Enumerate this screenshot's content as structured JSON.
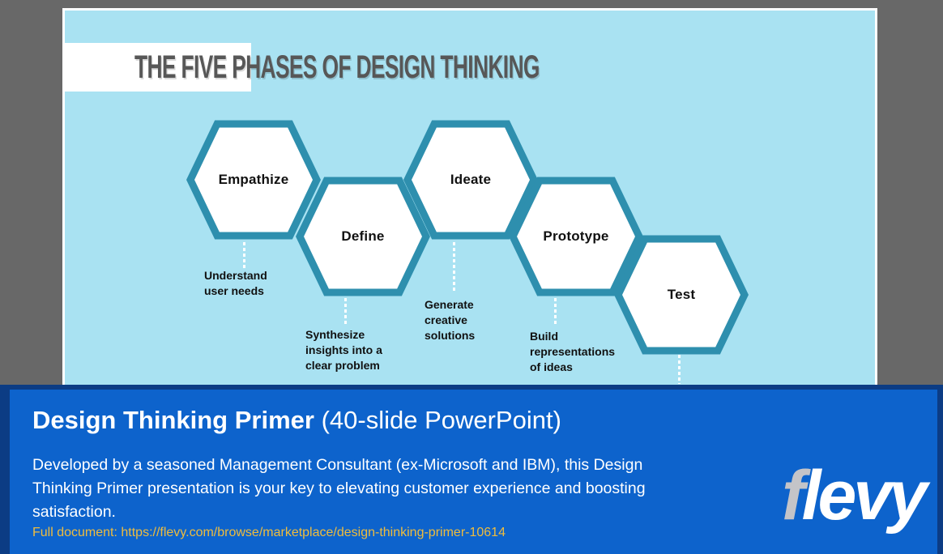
{
  "slide": {
    "title": "THE FIVE PHASES OF DESIGN THINKING",
    "phases": [
      {
        "label": "Empathize",
        "description": "Understand\nuser needs"
      },
      {
        "label": "Define",
        "description": "Synthesize\ninsights into a\nclear problem"
      },
      {
        "label": "Ideate",
        "description": "Generate\ncreative\nsolutions"
      },
      {
        "label": "Prototype",
        "description": "Build\nrepresentations\nof ideas"
      },
      {
        "label": "Test"
      }
    ]
  },
  "banner": {
    "title_bold": "Design Thinking Primer",
    "title_rest": " (40-slide PowerPoint)",
    "description": "Developed by a seasoned Management Consultant (ex-Microsoft and IBM), this Design\nThinking Primer presentation is your key to elevating customer experience and boosting\nsatisfaction.",
    "link": "Full document: https://flevy.com/browse/marketplace/design-thinking-primer-10614",
    "logo_f": "f",
    "logo_rest": "levy"
  },
  "colors": {
    "surround-gray": "#686868",
    "slide-bg": "#a9e2f2",
    "hex-border": "#2e8fae",
    "hex-fill": "#ffffff",
    "title-gray": "#575757",
    "navy": "#0c3c84",
    "banner-blue": "#0d63cc",
    "gold": "#eebc3e",
    "logo-f-gray": "#c4c4c8"
  }
}
